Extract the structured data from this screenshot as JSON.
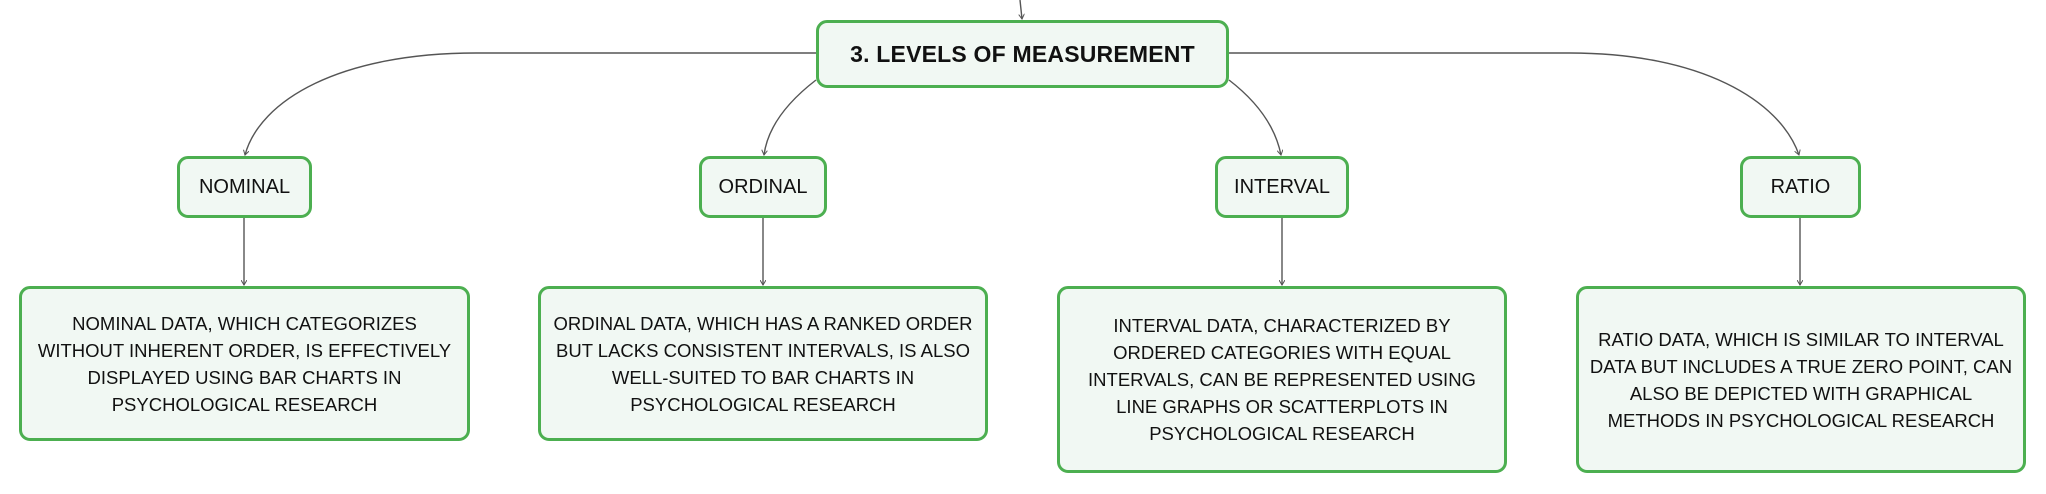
{
  "diagram": {
    "root": {
      "label": "3. LEVELS OF MEASUREMENT"
    },
    "levels": [
      {
        "label": "NOMINAL",
        "description": "NOMINAL DATA, WHICH CATEGORIZES WITHOUT INHERENT ORDER, IS EFFECTIVELY DISPLAYED USING BAR CHARTS IN PSYCHOLOGICAL RESEARCH"
      },
      {
        "label": "ORDINAL",
        "description": "ORDINAL DATA, WHICH HAS A RANKED ORDER BUT LACKS CONSISTENT INTERVALS, IS ALSO WELL-SUITED TO BAR CHARTS IN PSYCHOLOGICAL RESEARCH"
      },
      {
        "label": "INTERVAL",
        "description": "INTERVAL DATA, CHARACTERIZED BY ORDERED CATEGORIES WITH EQUAL INTERVALS, CAN BE REPRESENTED USING LINE GRAPHS OR SCATTERPLOTS IN PSYCHOLOGICAL RESEARCH"
      },
      {
        "label": "RATIO",
        "description": "RATIO DATA, WHICH IS SIMILAR TO INTERVAL DATA BUT INCLUDES A TRUE ZERO POINT, CAN ALSO BE DEPICTED WITH GRAPHICAL METHODS IN PSYCHOLOGICAL RESEARCH"
      }
    ]
  },
  "colors": {
    "node_border": "#4caf50",
    "node_fill": "#f1f8f3",
    "connector": "#555555",
    "text": "#111111"
  }
}
